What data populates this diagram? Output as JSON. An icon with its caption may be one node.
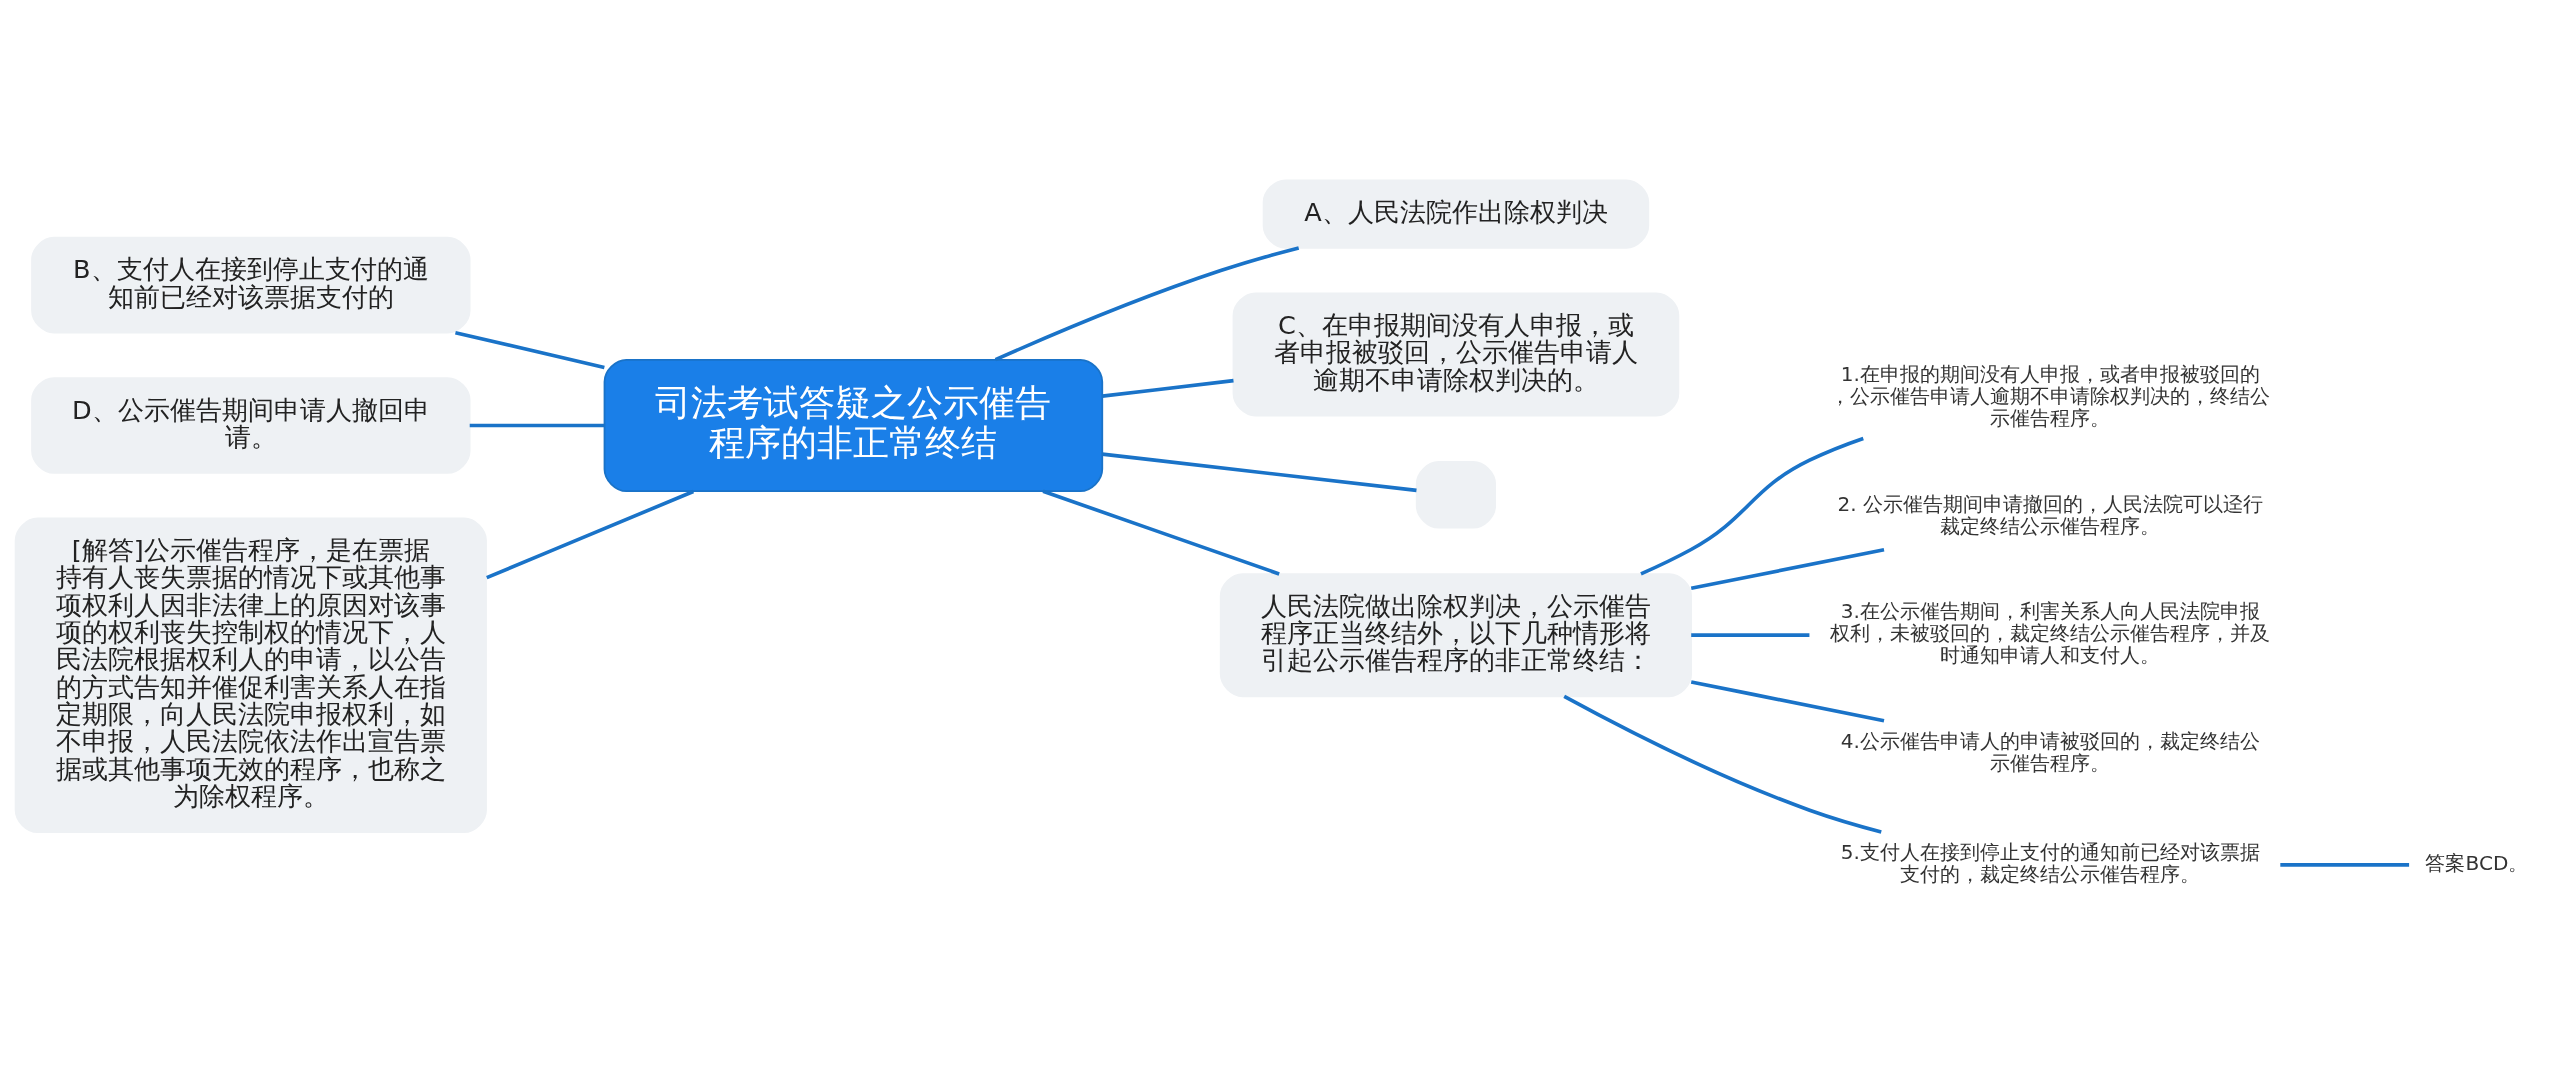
{
  "diagram": {
    "nodes": [
      {
        "text": [
          "司法考试答疑之公示催告程序的非正常终结"
        ]
      },
      {
        "text": [
          "A、人民法院作出除权判决"
        ]
      },
      {
        "text": [
          "B、支付人在接到停止支付的通知前已经对该票据支付的"
        ]
      },
      {
        "text": [
          "C、在申报期间没有人申报，或者申报被驳回，公示催告申请人逾期不申请除权判决的。"
        ]
      },
      {
        "text": [
          "D、公示催告期间申请人撤回申请。"
        ]
      },
      {
        "text": [],
        "shape": "box"
      },
      {
        "text": [
          "[解答]公示催告程序，是在票据持有人丧失票据的情况下或其他事项权利人因非法律上的原因对该事项的权利丧失控制权的情况下，人民法院根据权利人的申请，以公告的方式告知并催促利害关系人在指定期限，向人民法院申报权利，如不申报，人民法院依法作出宣告票据或其他事项无效的程序，也称之为除权程序。"
        ]
      },
      {
        "text": [
          "人民法院做出除权判决，公示催告程序正当终结外，以下几种情形将引起公示催告程序的非正常终结："
        ]
      },
      {
        "text": [
          "1.在申报的期间没有人申报，或者申报被驳回的，公示催告申请人逾期不申请除权判决的，终结公示催告程序。"
        ]
      },
      {
        "text": [
          "2. 公示催告期间申请撤回的，人民法院可以迳行裁定终结公示催告程序。"
        ]
      },
      {
        "text": [
          "3.在公示催告期间，利害关系人向人民法院申报权利，未被驳回的，裁定终结公示催告程序，并及时通知申请人和支付人。"
        ]
      },
      {
        "text": [
          "4.公示催告申请人的申请被驳回的，裁定终结公示催告程序。"
        ]
      },
      {
        "text": [
          "5.支付人在接到停止支付的通知前已经对该票据支付的，裁定终结公示催告程序。"
        ]
      },
      {
        "text": [
          "答案BCD。"
        ]
      }
    ],
    "edges": [
      {
        "from": 0,
        "to": 1,
        "arrow": "none"
      },
      {
        "from": 0,
        "to": 2,
        "arrow": "none"
      },
      {
        "from": 0,
        "to": 3,
        "arrow": "none"
      },
      {
        "from": 0,
        "to": 4,
        "arrow": "none"
      },
      {
        "from": 0,
        "to": 5,
        "arrow": "none"
      },
      {
        "from": 0,
        "to": 6,
        "arrow": "none"
      },
      {
        "from": 0,
        "to": 7,
        "arrow": "none"
      },
      {
        "from": 7,
        "to": 8,
        "arrow": "none"
      },
      {
        "from": 7,
        "to": 9,
        "arrow": "none"
      },
      {
        "from": 7,
        "to": 10,
        "arrow": "none"
      },
      {
        "from": 7,
        "to": 11,
        "arrow": "none"
      },
      {
        "from": 7,
        "to": 12,
        "arrow": "none"
      },
      {
        "from": 12,
        "to": 13,
        "arrow": "none"
      }
    ]
  }
}
